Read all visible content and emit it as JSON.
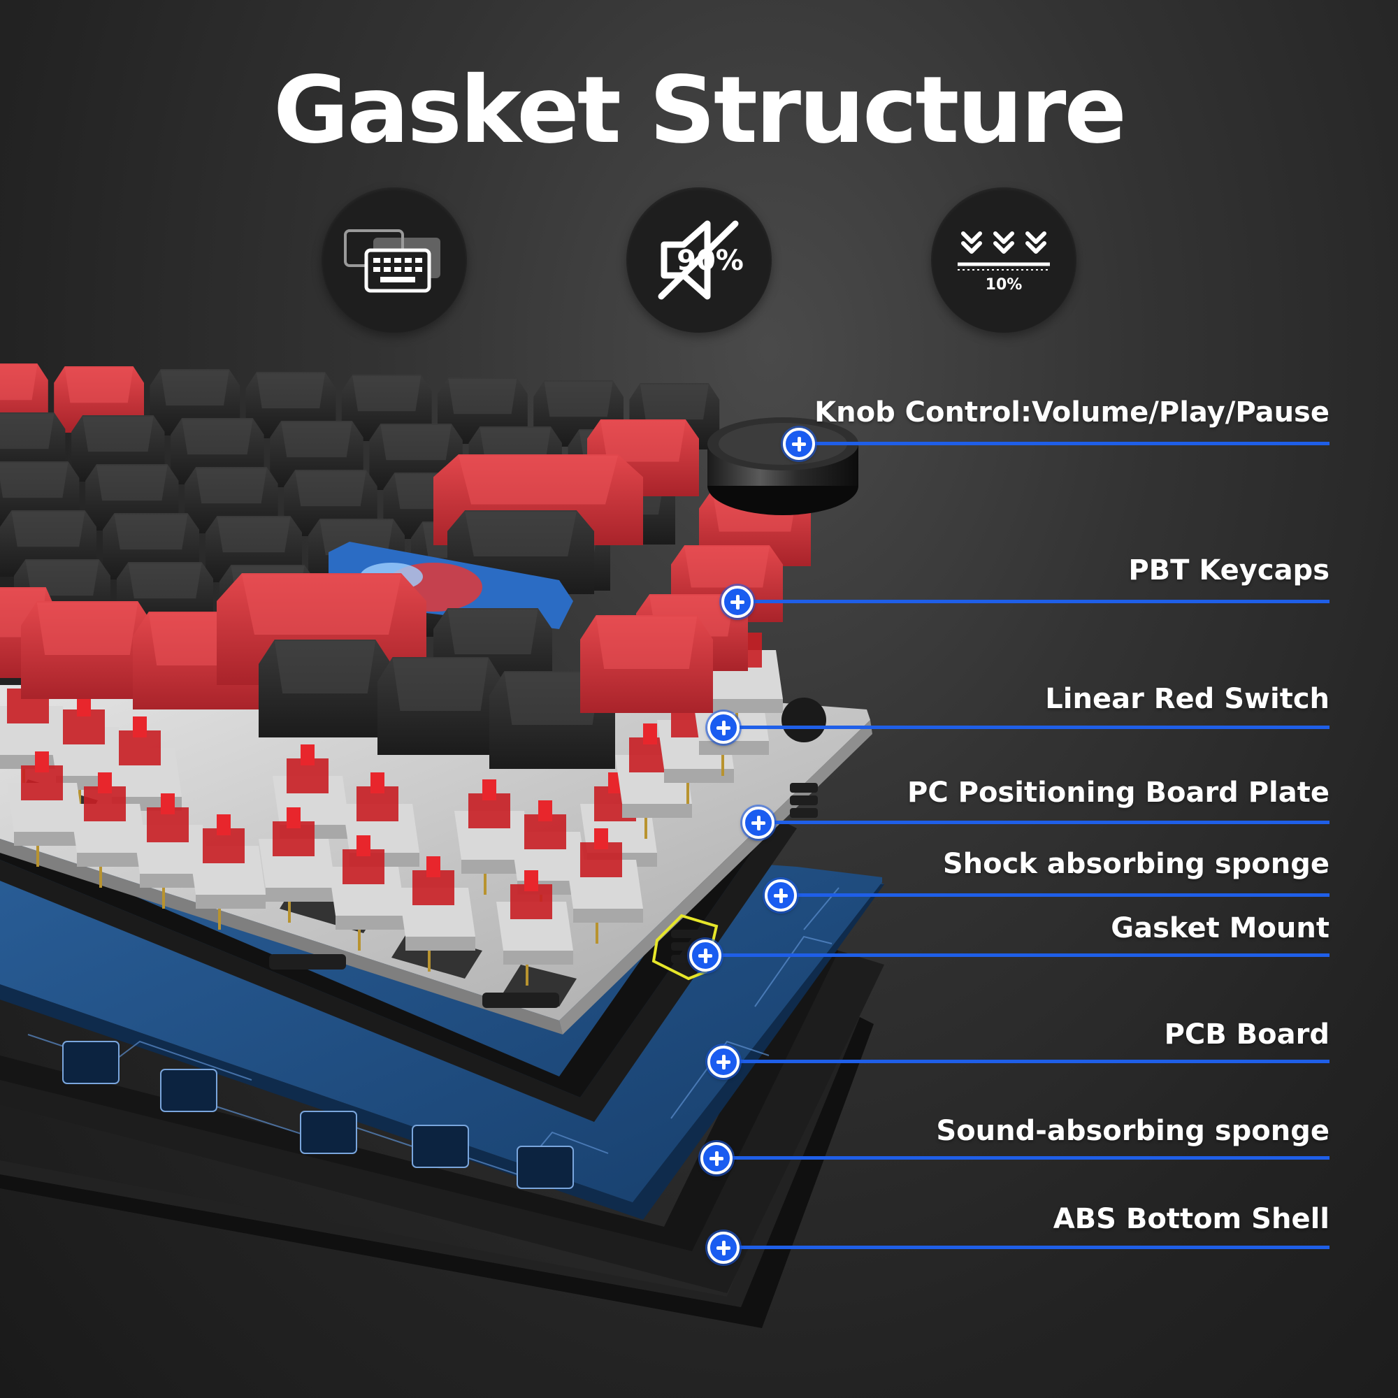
{
  "title": "Gasket Structure",
  "features": [
    {
      "icon": "keyboard-layers-icon",
      "label": ""
    },
    {
      "icon": "muted-speaker-icon",
      "label": "90%"
    },
    {
      "icon": "shock-reduction-icon",
      "label": "10%"
    }
  ],
  "callouts": [
    {
      "label": "Knob Control:Volume/Play/Pause"
    },
    {
      "label": "PBT Keycaps"
    },
    {
      "label": "Linear Red Switch"
    },
    {
      "label": "PC Positioning Board Plate"
    },
    {
      "label": "Shock absorbing sponge"
    },
    {
      "label": "Gasket Mount"
    },
    {
      "label": "PCB Board"
    },
    {
      "label": "Sound-absorbing sponge"
    },
    {
      "label": "ABS Bottom Shell"
    }
  ],
  "colors": {
    "accent_blue": "#1f5fe8",
    "keycap_red": "#d8333a",
    "keycap_black": "#2a2a2a",
    "pcb_blue": "#1e4f86",
    "plate_gray": "#c9c9c9"
  }
}
